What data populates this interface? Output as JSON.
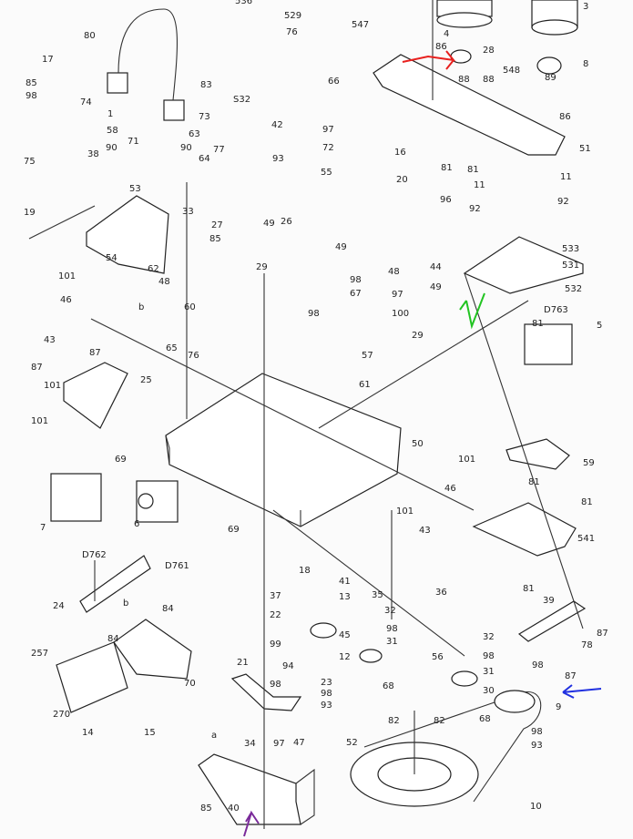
{
  "diagram": {
    "type": "exploded parts diagram",
    "labels": [
      "80",
      "17",
      "85",
      "98",
      "74",
      "1",
      "58",
      "75",
      "38",
      "90",
      "19",
      "53",
      "71",
      "63",
      "90",
      "73",
      "83",
      "S32",
      "64",
      "77",
      "33",
      "27",
      "85",
      "54",
      "62",
      "48",
      "101",
      "46",
      "43",
      "87",
      "87",
      "101",
      "101",
      "25",
      "60",
      "65",
      "76",
      "29",
      "536",
      "529",
      "76",
      "66",
      "42",
      "97",
      "72",
      "93",
      "55",
      "49",
      "26",
      "49",
      "547",
      "4",
      "3",
      "86",
      "28",
      "548",
      "89",
      "8",
      "88",
      "88",
      "86",
      "51",
      "16",
      "81",
      "81",
      "20",
      "96",
      "11",
      "11",
      "92",
      "92",
      "533",
      "531",
      "532",
      "81",
      "D763",
      "5",
      "98",
      "67",
      "97",
      "98",
      "100",
      "48",
      "44",
      "49",
      "57",
      "29",
      "61",
      "50",
      "69",
      "7",
      "D762",
      "6",
      "D761",
      "69",
      "101",
      "46",
      "101",
      "43",
      "59",
      "81",
      "81",
      "541",
      "81",
      "24",
      "84",
      "84",
      "257",
      "270",
      "70",
      "18",
      "41",
      "13",
      "35",
      "32",
      "37",
      "22",
      "45",
      "98",
      "31",
      "99",
      "94",
      "12",
      "21",
      "98",
      "23",
      "98",
      "93",
      "68",
      "56",
      "82",
      "82",
      "36",
      "32",
      "98",
      "31",
      "68",
      "39",
      "87",
      "78",
      "87",
      "98",
      "30",
      "9",
      "98",
      "93",
      "34",
      "97",
      "47",
      "14",
      "15",
      "85",
      "40",
      "52",
      "10",
      "b",
      "b",
      "a"
    ],
    "annotation_colors": {
      "red": "#e8201e",
      "green": "#22c422",
      "blue": "#2030e0",
      "purple": "#7a2a9a"
    }
  }
}
